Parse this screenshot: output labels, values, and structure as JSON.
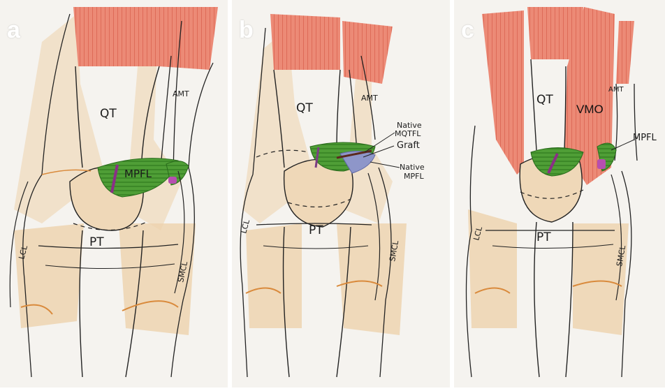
{
  "panels": [
    {
      "letter": "a",
      "labels": {
        "qt": "QT",
        "mpfl": "MPFL",
        "pt": "PT",
        "lcl": "LCL",
        "smcl": "SMCL",
        "amt": "AMT"
      }
    },
    {
      "letter": "b",
      "labels": {
        "qt": "QT",
        "pt": "PT",
        "lcl": "LCL",
        "smcl": "SMCL",
        "amt": "AMT",
        "native_mqtfl": "Native MQTFL",
        "native_mqtfl_l1": "Native",
        "native_mqtfl_l2": "MQTFL",
        "graft": "Graft",
        "native_mpfl": "Native MPFL",
        "native_mpfl_l1": "Native",
        "native_mpfl_l2": "MPFL"
      }
    },
    {
      "letter": "c",
      "labels": {
        "qt": "QT",
        "vmo": "VMO",
        "pt": "PT",
        "lcl": "LCL",
        "smcl": "SMCL",
        "amt": "AMT",
        "mpfl": "MPFL"
      }
    }
  ],
  "colors": {
    "paper": "#f4f2ee",
    "muscle": "#e8826f",
    "bone": "#eed5b3",
    "ligament_green": "#3f8f2b",
    "graft_blue": "#8e96c9",
    "insertion_purple": "#a0409a",
    "bone_orange_line": "#d98a3c",
    "ink": "#1e1e1e"
  }
}
